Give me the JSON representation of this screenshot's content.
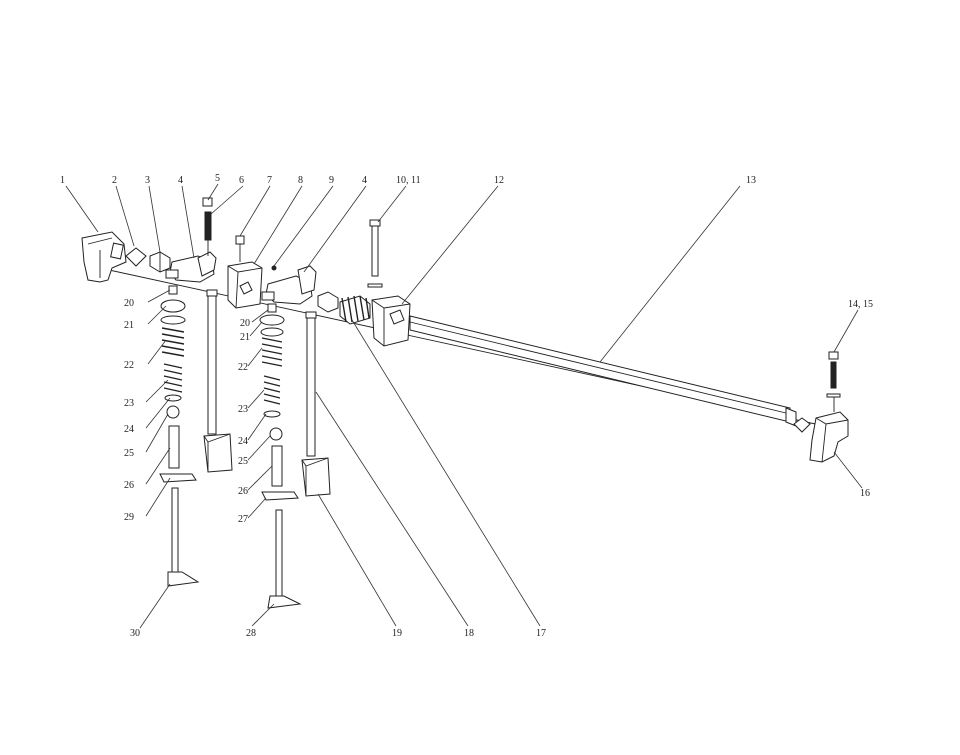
{
  "callouts": {
    "c1": "1",
    "c2": "2",
    "c3": "3",
    "c4a": "4",
    "c5": "5",
    "c6": "6",
    "c7": "7",
    "c8": "8",
    "c9": "9",
    "c4b": "4",
    "c10_11": "10, 11",
    "c12": "12",
    "c13": "13",
    "c14_15": "14, 15",
    "c16": "16",
    "c20a": "20",
    "c21a": "21",
    "c22a": "22",
    "c23a": "23",
    "c24a": "24",
    "c25a": "25",
    "c26a": "26",
    "c29": "29",
    "c30": "30",
    "c20b": "20",
    "c21b": "21",
    "c22b": "22",
    "c23b": "23",
    "c24b": "24",
    "c25b": "25",
    "c26b": "26",
    "c27": "27",
    "c28": "28",
    "c19": "19",
    "c18": "18",
    "c17": "17"
  }
}
